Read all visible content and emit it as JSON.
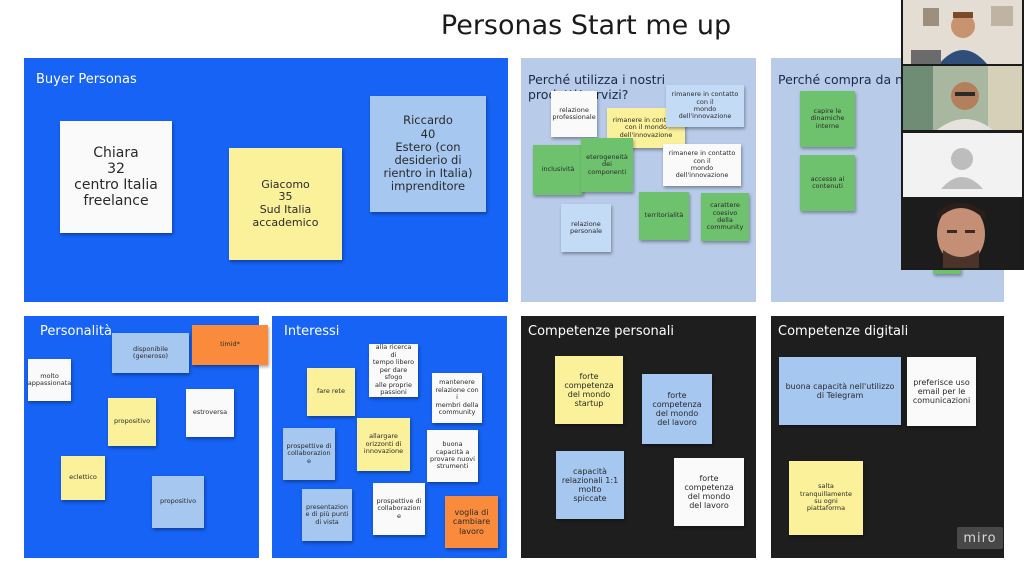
{
  "board": {
    "title": "Personas Start me up",
    "logo": "miro"
  },
  "frames": {
    "buyer": {
      "title": "Buyer Personas",
      "notes": [
        "Chiara\n32\ncentro Italia\nfreelance",
        "Giacomo\n35\nSud Italia\naccademico",
        "Riccardo\n40\nEstero (con\ndesiderio di\nrientro in Italia)\nimprenditore"
      ]
    },
    "perche_utilizza": {
      "title": "Perché utilizza i nostri prodotti/servizi?",
      "notes": [
        "relazione\nprofessionale",
        "rimanere in contatto\ncon il mondo dell'innovazione",
        "rimanere in contatto con il\nmondo dell'innovazione",
        "rimanere in contatto con il\nmondo dell'innovazione",
        "inclusività",
        "eterogeneità\ndei\ncomponenti",
        "territorialità",
        "carattere\ncoesivo della\ncommunity",
        "relazione\npersonale"
      ]
    },
    "perche_compra": {
      "title": "Perché compra da no",
      "notes": [
        "capire le\ndinamiche\ninterne",
        "accesso ai\ncontenuti"
      ]
    },
    "personalita": {
      "title": "Personalità",
      "notes": [
        "disponibile (generoso)",
        "timid*",
        "molto\nappassionata",
        "propositivo",
        "estroversa",
        "eclettico",
        "propositivo"
      ]
    },
    "interessi": {
      "title": "Interessi",
      "notes": [
        "alla ricerca di\ntempo libero\nper dare sfogo\nalle proprie\npassioni",
        "fare rete",
        "mantenere\nrelazione con i\nmembri della\ncommunity",
        "prospettive di\ncollaborazion\ne",
        "allargare\norizzonti di\ninnovazione",
        "buona\ncapacità a\nprovare nuovi\nstrumenti",
        "presentazion\ne di più punti\ndi vista",
        "prospettive di\ncollaborazion\ne",
        "voglia di\ncambiare\nlavoro"
      ]
    },
    "competenze_personali": {
      "title": "Competenze personali",
      "notes": [
        "forte\ncompetenza\ndel mondo\nstartup",
        "forte\ncompetenza\ndel mondo\ndel lavoro",
        "capacità\nrelazionali 1:1\nmolto\nspiccate",
        "forte\ncompetenza\ndel mondo\ndel lavoro"
      ]
    },
    "competenze_digitali": {
      "title": "Competenze digitali",
      "notes": [
        "buona capacità nell'utilizzo\ndi Telegram",
        "preferisce uso\nemail per le\ncomunicazioni",
        "salta\ntranquillamente\nsu ogni\npiattaforma"
      ]
    }
  },
  "video_tiles": [
    {
      "name": "participant-1",
      "colors": [
        "#d8cfc2",
        "#3e5c86"
      ]
    },
    {
      "name": "participant-2",
      "colors": [
        "#b9c9b0",
        "#a0724f"
      ]
    },
    {
      "name": "participant-3-placeholder",
      "colors": [
        "#f2f2f2",
        "#bdbdbd"
      ]
    },
    {
      "name": "participant-4",
      "colors": [
        "#1a1a1a",
        "#c99479"
      ]
    }
  ]
}
